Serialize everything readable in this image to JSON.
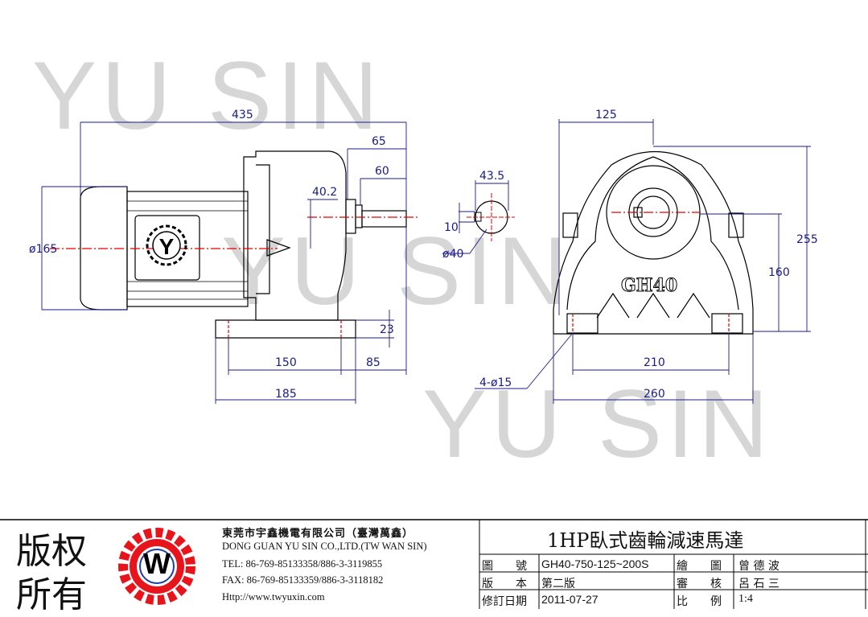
{
  "watermark": "YU SIN",
  "views": {
    "side": {
      "overall_length": "435",
      "shaft_length_outer": "65",
      "shaft_length": "60",
      "shaft_height_offset": "40.2",
      "motor_diameter": "ø165",
      "foot_height": "23",
      "foot_hole_spacing": "150",
      "foot_end": "85",
      "foot_length": "185",
      "logo_letter": "Y"
    },
    "shaft": {
      "width": "43.5",
      "key": "10",
      "diameter": "ø40"
    },
    "front": {
      "half_width": "125",
      "height": "255",
      "shaft_center_height": "160",
      "hole_spacing": "210",
      "base_width": "260",
      "holes": "4-ø15",
      "model_cast": "GH40"
    }
  },
  "title_block": {
    "copyright_line1": "版权",
    "copyright_line2": "所有",
    "logo_letter": "W",
    "company_cn": "東莞市宇鑫機電有限公司（臺灣萬鑫）",
    "company_en": "DONG GUAN YU SIN CO.,LTD.(TW WAN SIN)",
    "tel": "TEL: 86-769-85133358/886-3-3119855",
    "fax": "FAX: 86-769-85133359/886-3-3118182",
    "url": "Http://www.twyuxin.com",
    "product_title": "1HP臥式齒輪減速馬達",
    "rows": [
      {
        "label1": "圖　　號",
        "value1": "GH40-750-125~200S",
        "label2": "繪　　圖",
        "value2": "曾 德 波"
      },
      {
        "label1": "版　　本",
        "value1": "第二版",
        "label2": "審　　核",
        "value2": "呂 石 三"
      },
      {
        "label1": "修訂日期",
        "value1": "2011-07-27",
        "label2": "比　　例",
        "value2": "1:4"
      }
    ]
  },
  "colors": {
    "line": "#000000",
    "dimension": "#1a1a8c",
    "centerline": "#e00000",
    "watermark": "#d6d6d6",
    "logo_red": "#e8141c",
    "logo_blue": "#1d3fa0"
  }
}
